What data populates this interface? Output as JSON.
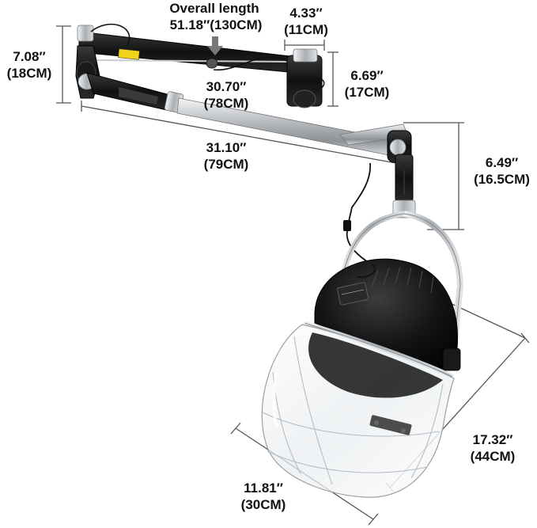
{
  "dimensions": {
    "overall_title": "Overall length",
    "overall_value": "51.18″(130CM)",
    "mount_width_in": "4.33″",
    "mount_width_cm": "(11CM)",
    "arm_height_in": "7.08″",
    "arm_height_cm": "(18CM)",
    "mount_height_in": "6.69″",
    "mount_height_cm": "(17CM)",
    "upper_arm_in": "30.70″",
    "upper_arm_cm": "(78CM)",
    "lower_arm_in": "31.10″",
    "lower_arm_cm": "(79CM)",
    "drop_in": "6.49″",
    "drop_cm": "(16.5CM)",
    "hood_height_in": "17.32″",
    "hood_height_cm": "(44CM)",
    "hood_width_in": "11.81″",
    "hood_width_cm": "(30CM)"
  },
  "colors": {
    "black_part": "#151515",
    "chrome": "#b8bcc0",
    "dimension_line": "#555555",
    "text": "#111111",
    "warning_label": "#f2d21b"
  }
}
